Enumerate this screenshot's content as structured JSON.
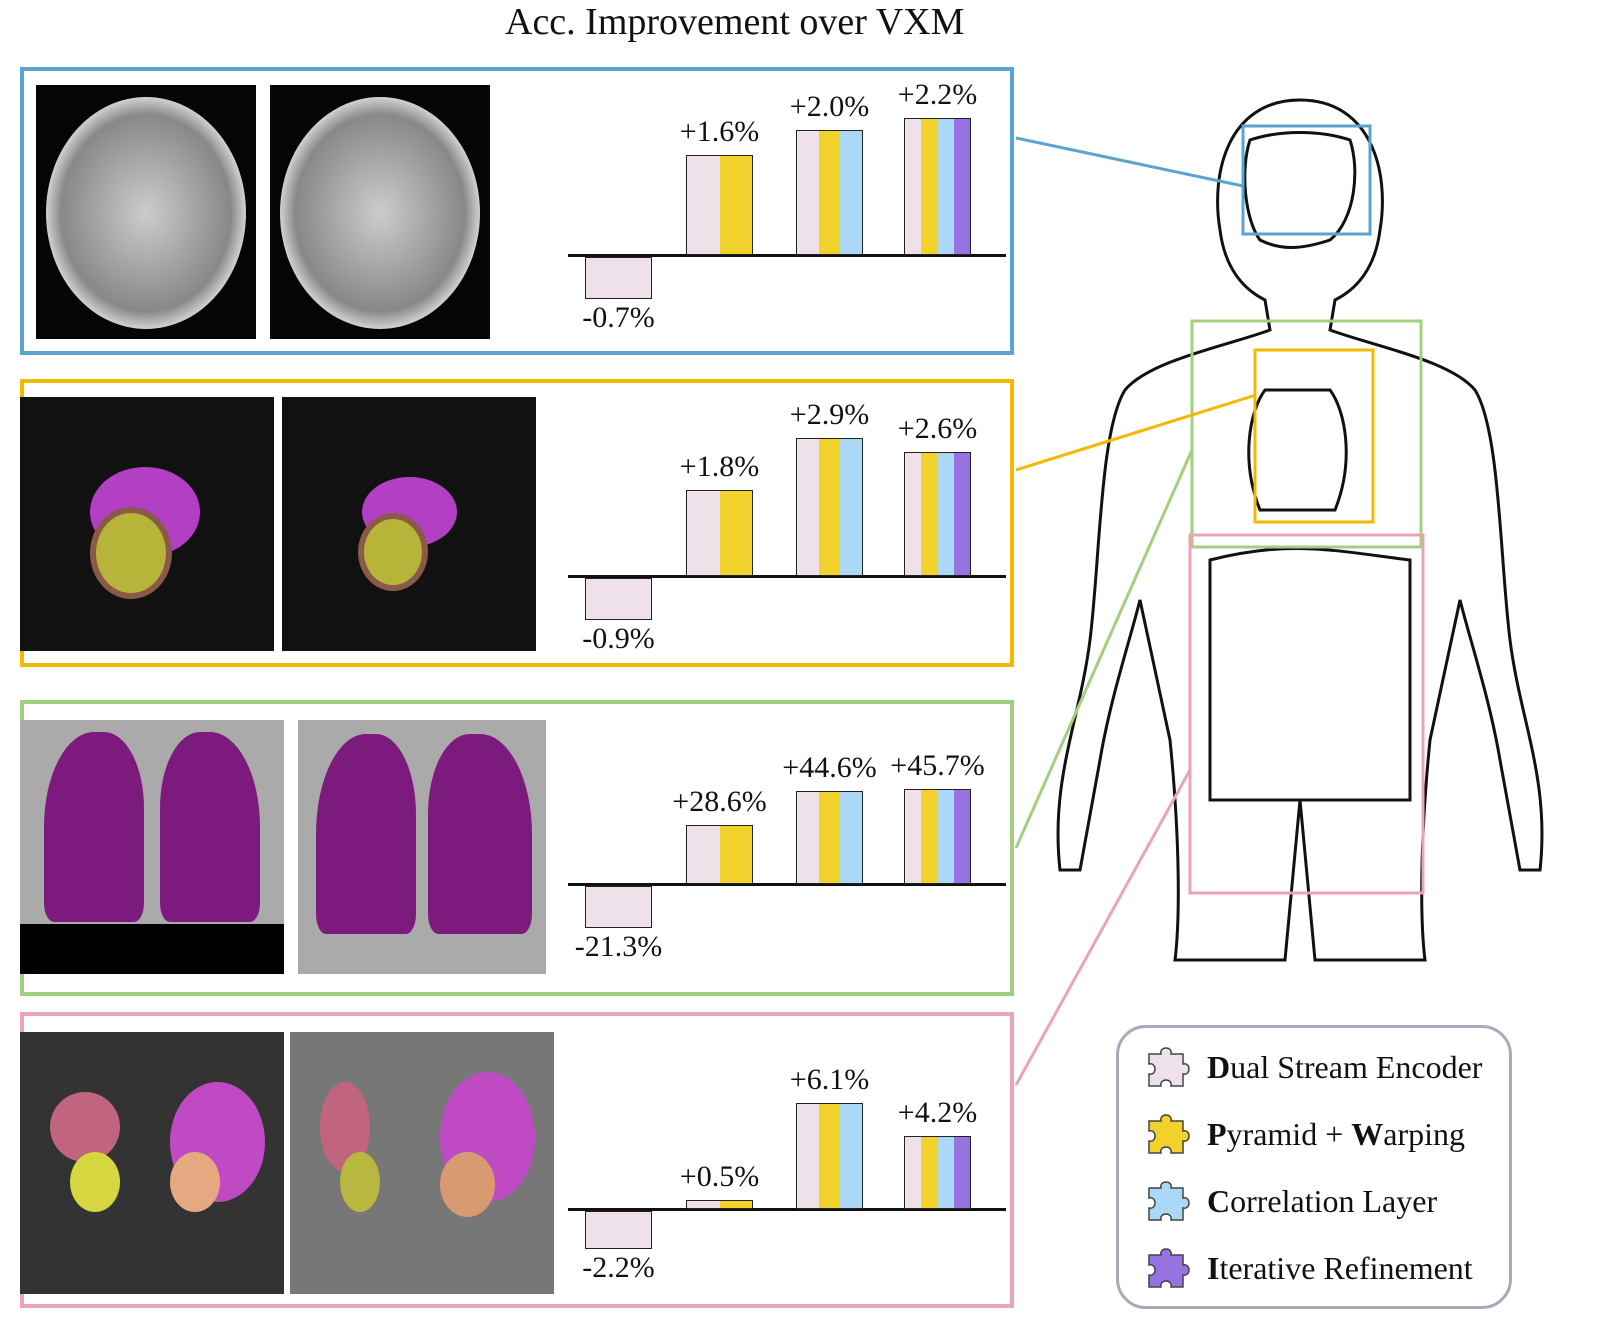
{
  "title": "Acc. Improvement over VXM",
  "colors": {
    "dual": "#efe1ea",
    "pyramid": "#f0d22b",
    "correlation": "#acd8f8",
    "iterative": "#9673e0",
    "brain": "#5ba3d0",
    "heart": "#f5b800",
    "lung": "#a3cf80",
    "abdomen": "#eba3b8"
  },
  "legend": [
    {
      "initial": "D",
      "rest": "ual Stream Encoder",
      "color": "#efe1ea",
      "icon": "puzzle-piece-icon"
    },
    {
      "initial": "P",
      "rest": "yramid + ",
      "initial2": "W",
      "rest2": "arping",
      "color": "#f0d22b",
      "icon": "puzzle-piece-icon"
    },
    {
      "initial": "C",
      "rest": "orrelation Layer",
      "color": "#acd8f8",
      "icon": "puzzle-piece-icon"
    },
    {
      "initial": "I",
      "rest": "terative Refinement",
      "color": "#9673e0",
      "icon": "puzzle-piece-icon"
    }
  ],
  "chart_data": [
    {
      "type": "bar",
      "region": "brain",
      "categories": [
        "Dual Stream Encoder",
        "+ Pyramid + Warping",
        "+ Correlation Layer",
        "+ Iterative Refinement"
      ],
      "values": [
        -0.7,
        1.6,
        2.0,
        2.2
      ],
      "labels": [
        "-0.7%",
        "+1.6%",
        "+2.0%",
        "+2.2%"
      ]
    },
    {
      "type": "bar",
      "region": "heart",
      "categories": [
        "Dual Stream Encoder",
        "+ Pyramid + Warping",
        "+ Correlation Layer",
        "+ Iterative Refinement"
      ],
      "values": [
        -0.9,
        1.8,
        2.9,
        2.6
      ],
      "labels": [
        "-0.9%",
        "+1.8%",
        "+2.9%",
        "+2.6%"
      ]
    },
    {
      "type": "bar",
      "region": "lung",
      "categories": [
        "Dual Stream Encoder",
        "+ Pyramid + Warping",
        "+ Correlation Layer",
        "+ Iterative Refinement"
      ],
      "values": [
        -21.3,
        28.6,
        44.6,
        45.7
      ],
      "labels": [
        "-21.3%",
        "+28.6%",
        "+44.6%",
        "+45.7%"
      ]
    },
    {
      "type": "bar",
      "region": "abdomen",
      "categories": [
        "Dual Stream Encoder",
        "+ Pyramid + Warping",
        "+ Correlation Layer",
        "+ Iterative Refinement"
      ],
      "values": [
        -2.2,
        0.5,
        6.1,
        4.2
      ],
      "labels": [
        "-2.2%",
        "+0.5%",
        "+6.1%",
        "+4.2%"
      ]
    }
  ]
}
